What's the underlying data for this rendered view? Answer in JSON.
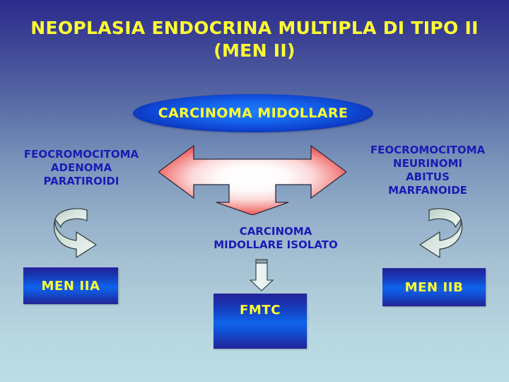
{
  "slide": {
    "title_lines": [
      "NEOPLASIA ENDOCRINA MULTIPLA DI TIPO II",
      "(MEN II)"
    ],
    "background_top_color": "#2b2b8c",
    "background_bottom_color": "#badfe5",
    "title_color": "#ffff33"
  },
  "central_node": {
    "label": "CARCINOMA MIDOLLARE",
    "shape": "ellipse",
    "fill_color": "#1565ef",
    "text_color": "#ffff33"
  },
  "left_branch": {
    "features": [
      "FEOCROMOCITOMA",
      "ADENOMA",
      "PARATIROIDI"
    ],
    "text_color": "#1b1bb5",
    "arrow_name": "curved-arrow-left",
    "arrow_color": "#ccdcd4",
    "result_box": {
      "label": "MEN IIA",
      "fill_color": "#0f63ec",
      "text_color": "#ffff33"
    }
  },
  "right_branch": {
    "features": [
      "FEOCROMOCITOMA",
      "NEURINOMI",
      "ABITUS",
      "MARFANOIDE"
    ],
    "text_color": "#1b1bb5",
    "arrow_name": "curved-arrow-right",
    "arrow_color": "#ccdcd4",
    "result_box": {
      "label": "MEN IIB",
      "fill_color": "#0f63ec",
      "text_color": "#ffff33"
    }
  },
  "center_branch": {
    "features": [
      "CARCINOMA",
      "MIDOLLARE ISOLATO"
    ],
    "text_color": "#1b1bb5",
    "arrow_name": "down-arrow-small",
    "arrow_color": "#dfeaec",
    "result_box": {
      "label": "FMTC",
      "fill_color": "#0f63ec",
      "text_color": "#ffff33"
    }
  },
  "tri_arrow": {
    "name": "three-way-arrow",
    "directions": [
      "left",
      "right",
      "down"
    ],
    "gradient_center_color": "#ffffff",
    "gradient_tip_color": "#e8232a",
    "outline_color": "#2a2a3a"
  }
}
